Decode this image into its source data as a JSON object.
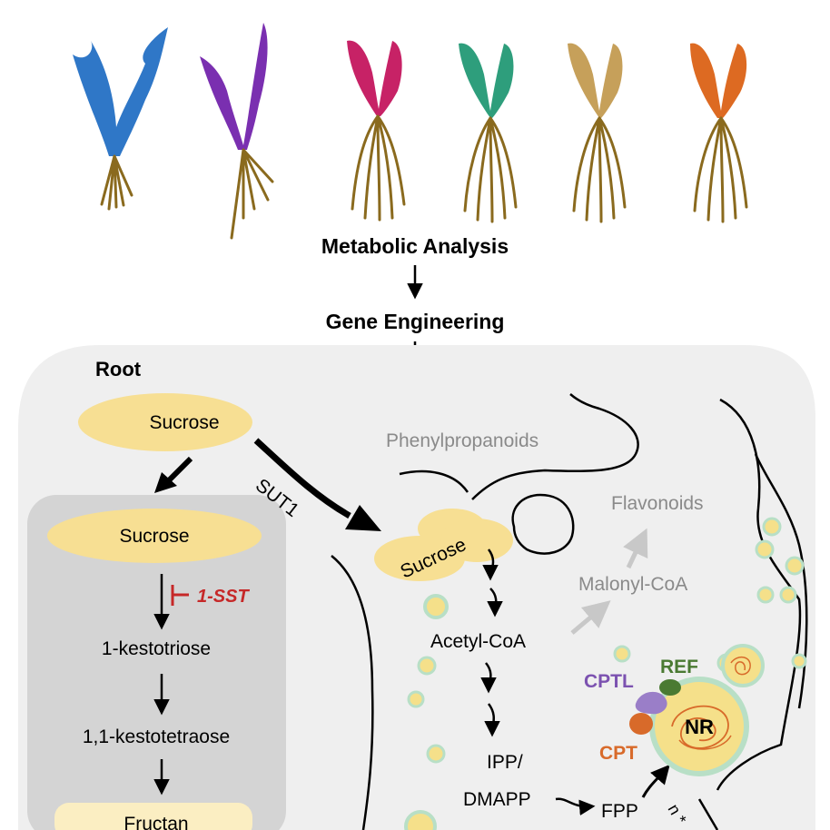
{
  "header": {
    "step1": "Metabolic Analysis",
    "step2": "Gene Engineering"
  },
  "root_label": "Root",
  "plants": [
    {
      "name": "blue",
      "color": "#2f77c7"
    },
    {
      "name": "purple",
      "color": "#7a2fb0"
    },
    {
      "name": "magenta",
      "color": "#c72266"
    },
    {
      "name": "green",
      "color": "#2e9e7c"
    },
    {
      "name": "tan",
      "color": "#c6a05a"
    },
    {
      "name": "orange",
      "color": "#dd6a22"
    }
  ],
  "metabolites": {
    "sucrose_outer": "Sucrose",
    "sucrose_vacuole": "Sucrose",
    "kestotriose": "1-kestotriose",
    "kestotetraose": "1,1-kestotetraose",
    "fructan": "Fructan",
    "sucrose_cell": "Sucrose",
    "phenylpropanoids": "Phenylpropanoids",
    "flavonoids": "Flavonoids",
    "malonyl_coa": "Malonyl-CoA",
    "acetyl_coa": "Acetyl-CoA",
    "ipp": "IPP/",
    "dmapp": "DMAPP",
    "fpp": "FPP"
  },
  "transporter": "SUT1",
  "inhibited_enzyme": "1-SST",
  "rubber": {
    "cptl": "CPTL",
    "ref": "REF",
    "cpt": "CPT",
    "nr": "NR"
  },
  "partial_label": "n *",
  "colors": {
    "sucrose": "#f7df93",
    "particle": "#f5e08a",
    "particle_ring": "#b8dfc6",
    "inhibition": "#c62828",
    "cptl": "#7c52b0",
    "ref": "#4a7a32",
    "cpt": "#d86a2a",
    "grey_text": "#8a8a8a",
    "grey_arrow": "#c8c8c8"
  }
}
